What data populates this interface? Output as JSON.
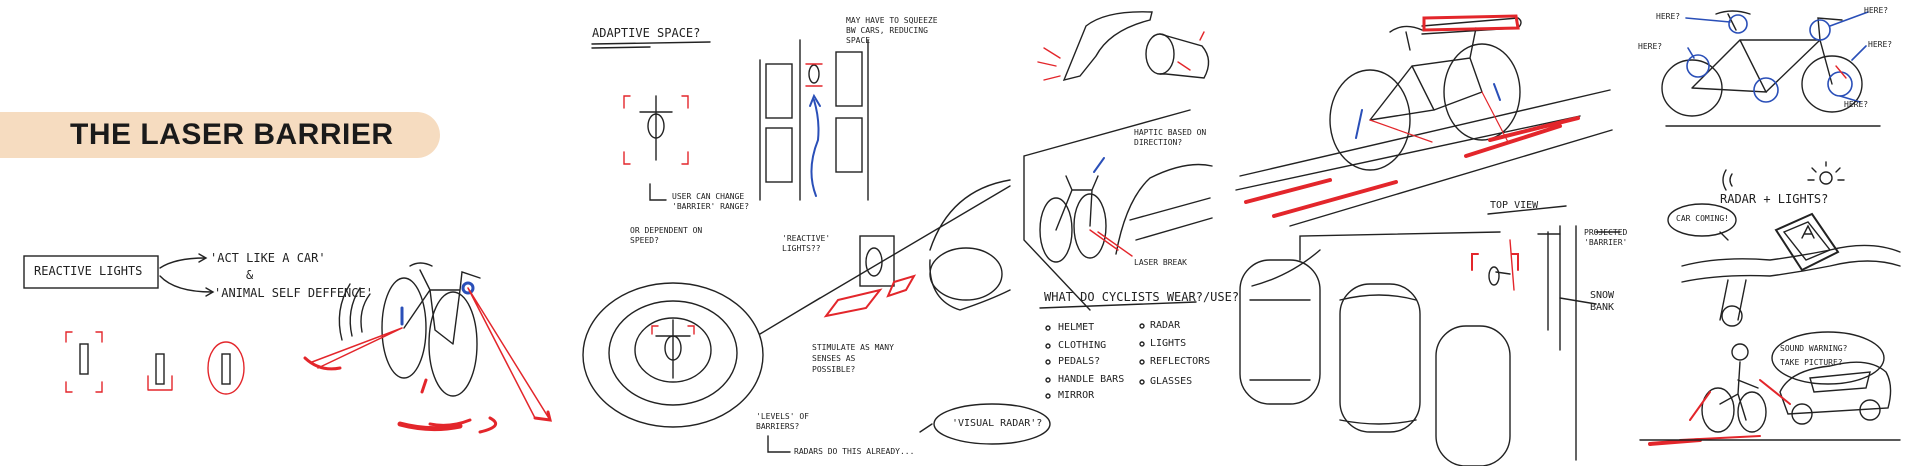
{
  "title": "THE LASER BARRIER",
  "panel1": {
    "reactive_lights": "REACTIVE LIGHTS",
    "act_like_car": "'ACT LIKE A CAR'",
    "amp": "&",
    "animal_self_defence": "'ANIMAL SELF DEFFENCE'"
  },
  "panel2": {
    "adaptive_space": "ADAPTIVE SPACE?",
    "may_have_to_squeeze": "MAY HAVE TO SQUEEZE BW CARS, REDUCING SPACE",
    "user_can_change": "USER CAN CHANGE 'BARRIER' RANGE?",
    "or_dependent": "OR DEPENDENT ON SPEED?",
    "reactive_lights_q": "'REACTIVE' LIGHTS??",
    "stimulate": "STIMULATE AS MANY SENSES AS POSSIBLE?",
    "levels_of_barriers": "'LEVELS' OF BARRIERS?",
    "radars_do_this": "RADARS DO THIS ALREADY...",
    "visual_radar": "'VISUAL RADAR'?"
  },
  "panel3": {
    "haptic_based": "HAPTIC BASED ON DIRECTION?",
    "laser_break": "LASER BREAK",
    "what_do_cyclists_wear": "WHAT DO CYCLISTS WEAR?/USE?",
    "items_left": [
      "HELMET",
      "CLOTHING",
      "PEDALS?",
      "HANDLE BARS",
      "MIRROR"
    ],
    "items_right": [
      "RADAR",
      "LIGHTS",
      "REFLECTORS",
      "GLASSES"
    ]
  },
  "panel4": {
    "top_view": "TOP VIEW",
    "projected_barrier": "PROJECTED 'BARRIER'",
    "snow_bank": "SNOW BANK"
  },
  "panel5": {
    "here_labels": [
      "HERE?",
      "HERE?",
      "HERE?",
      "HERE?",
      "HERE?"
    ],
    "radar_lights": "RADAR + LIGHTS?",
    "car_coming": "CAR COMING!",
    "sound_warning": "SOUND WARNING?",
    "take_picture": "TAKE PICTURE?"
  },
  "colors": {
    "ink": "#222222",
    "laser": "#e3262b",
    "pen_blue": "#2a4fb8",
    "title_band": "#f6dcc0"
  }
}
